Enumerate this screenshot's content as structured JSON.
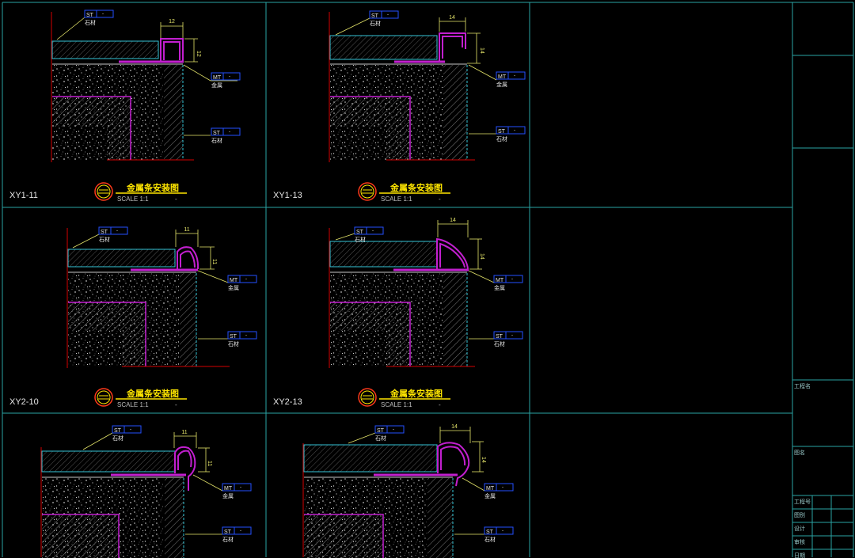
{
  "colors": {
    "background": "#000000",
    "frame": "#2aa3a3",
    "stone_line": "#34c3d6",
    "metal": "#c21fcf",
    "concrete": "#bfbfbf",
    "hatch": "#9a9a9a",
    "red_line": "#d40000",
    "dim": "#e5e56a",
    "tag_box": "#2450ff",
    "title_yellow": "#ffe600",
    "symbol_red": "#ff3a1a",
    "label_white": "#e6e6e6"
  },
  "tag_text": {
    "st": "ST",
    "mt": "MT",
    "dash": "-",
    "stone": "石材",
    "metal": "金属"
  },
  "details": [
    {
      "id": "XY1-11",
      "dim": "12",
      "title": "金属条安装图",
      "scale": "SCALE 1:1",
      "dash": "-"
    },
    {
      "id": "XY1-13",
      "dim": "14",
      "title": "金属条安装图",
      "scale": "SCALE 1:1",
      "dash": "-"
    },
    {
      "id": "XY2-10",
      "dim": "11",
      "title": "金属条安装图",
      "scale": "SCALE 1:1",
      "dash": "-"
    },
    {
      "id": "XY2-13",
      "dim": "14",
      "title": "金属条安装图",
      "scale": "SCALE 1:1",
      "dash": "-"
    },
    {
      "id": "",
      "dim": "11",
      "title": "",
      "scale": "",
      "dash": ""
    },
    {
      "id": "",
      "dim": "14",
      "title": "",
      "scale": "",
      "dash": ""
    }
  ],
  "title_block": {
    "project": "工程名",
    "drawing_name": "图名",
    "project_no": "工程号",
    "drawing_type": "图别",
    "design": "设计",
    "review": "审核",
    "date": "日期"
  }
}
